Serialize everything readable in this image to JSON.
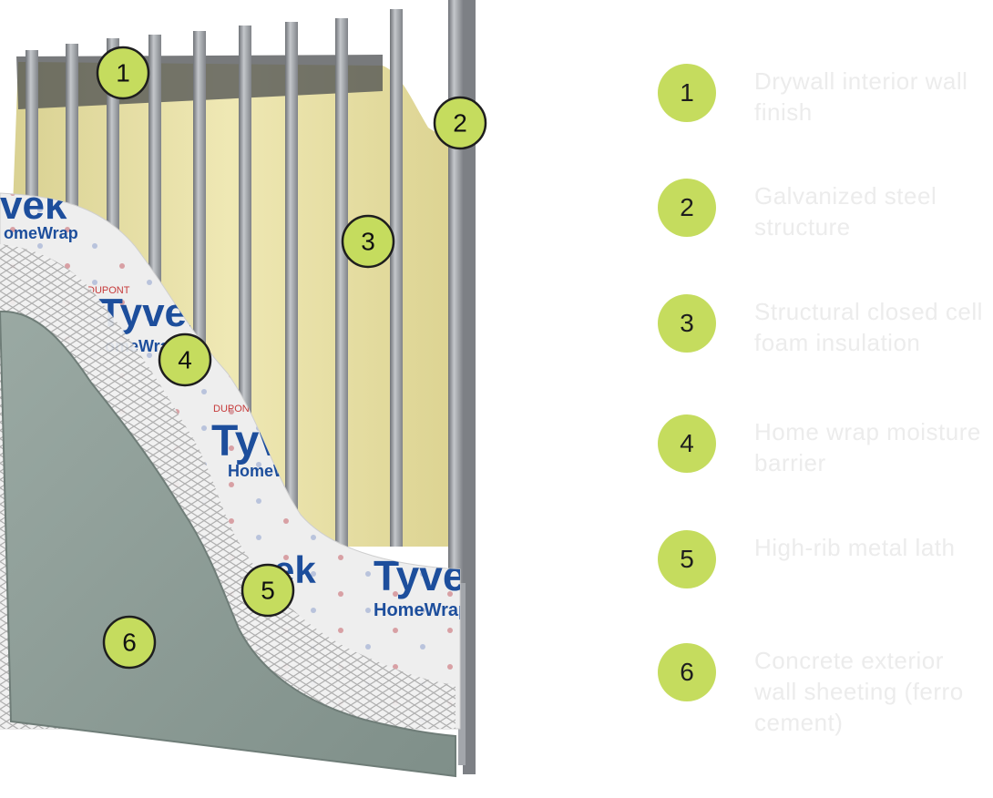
{
  "colors": {
    "accent_green": "#c5dc5e",
    "legend_text": "#ececec",
    "foam_yellow": "#e6dfa0",
    "steel_grey": "#9ea1a6",
    "tyvek_blue": "#1d4e9c",
    "concrete_grey": "#8f9e98"
  },
  "markers": [
    {
      "number": "1"
    },
    {
      "number": "2"
    },
    {
      "number": "3"
    },
    {
      "number": "4"
    },
    {
      "number": "5"
    },
    {
      "number": "6"
    }
  ],
  "wrap_print": {
    "brand": "Tyvek",
    "brand_partial": "vek",
    "brand_ek": "ek",
    "product": "HomeWrap",
    "product_partial": "omeWrap",
    "product_short": "omeWra",
    "maker": "DUPONT"
  },
  "legend": [
    {
      "number": "1",
      "label": "Drywall interior wall finish"
    },
    {
      "number": "2",
      "label": "Galvanized steel structure"
    },
    {
      "number": "3",
      "label": "Structural closed cell foam insulation"
    },
    {
      "number": "4",
      "label": "Home wrap moisture barrier"
    },
    {
      "number": "5",
      "label": "High-rib metal lath"
    },
    {
      "number": "6",
      "label": "Concrete exterior wall sheeting (ferro cement)"
    }
  ]
}
